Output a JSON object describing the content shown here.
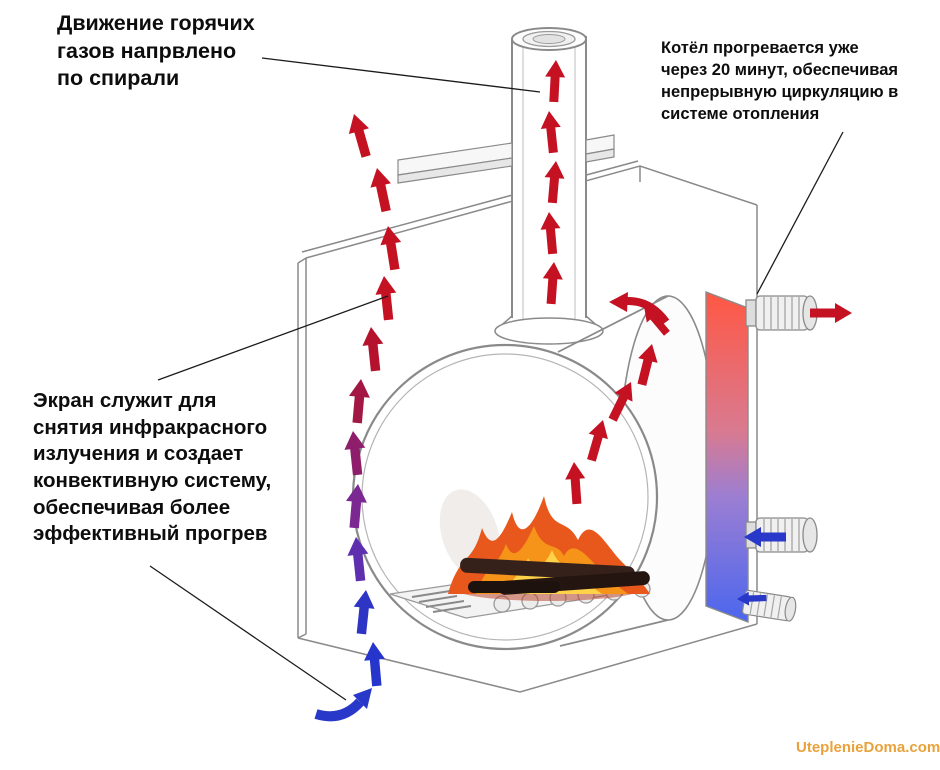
{
  "annotations": {
    "hot_gas_spiral": "Движение горячих\nгазов напрвлено\nпо спирали",
    "boiler_heatup": "Котёл прогревается уже\nчерез 20 минут, обеспечивая\nнепрерывную циркуляцию в\nсистеме отопления",
    "screen_function": "Экран служит для\nснятия инфракрасного\nизлучения и создает\nконвективную систему,\nобеспечивая более\nэффективный прогрев"
  },
  "watermark": "UteplenieDoma.com",
  "colors": {
    "hot_arrow": "#c41222",
    "cold_arrow": "#2838c8",
    "convection_gradient": [
      "#b5122e",
      "#a21744",
      "#8e1e6b",
      "#7b2893",
      "#5e2fae",
      "#2e34c4",
      "#2636cc"
    ],
    "exchanger_hot": "#ff5743",
    "exchanger_mid_warm": "#d97a90",
    "exchanger_mid_cool": "#9c7ed2",
    "exchanger_cold": "#4b66ee",
    "flame_outer": "#e8581c",
    "flame_mid": "#f59419",
    "flame_core": "#ffd24a",
    "watermark": "#e9a23b"
  }
}
